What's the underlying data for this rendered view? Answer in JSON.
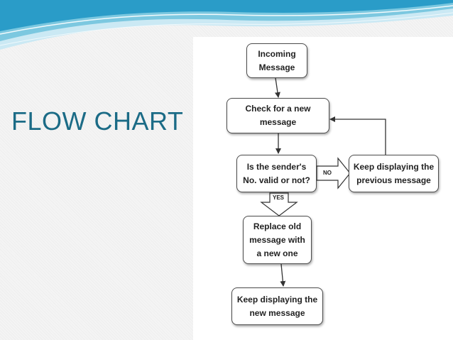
{
  "slide": {
    "title": "FLOW CHART",
    "title_color": "#1b6b86",
    "accent_colors": [
      "#2a9cc8",
      "#7cc8e0",
      "#cbe9f4"
    ]
  },
  "flowchart": {
    "nodes": {
      "incoming": "Incoming Message",
      "check": "Check for a new message",
      "decision": "Is the sender's No. valid or not?",
      "keep_previous": "Keep displaying the previous message",
      "replace": "Replace old message with a new one",
      "keep_new": "Keep displaying the new message"
    },
    "edges": {
      "no_label": "NO",
      "yes_label": "YES"
    }
  }
}
